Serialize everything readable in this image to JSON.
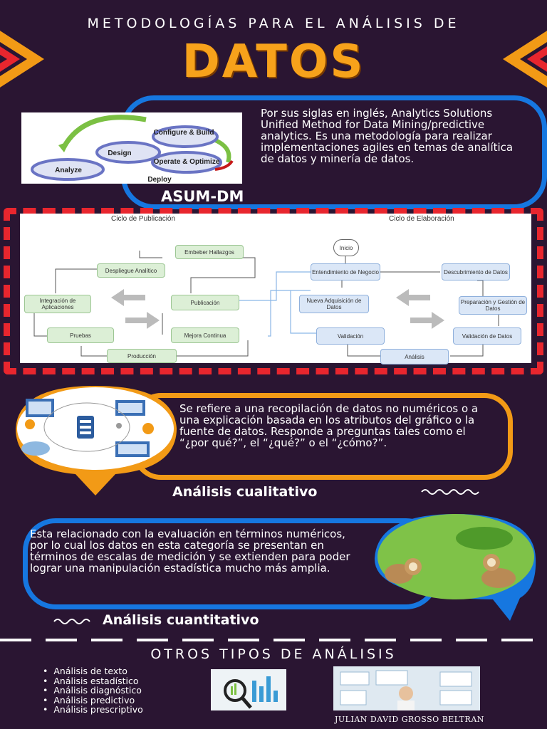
{
  "header": {
    "subtitle": "METODOLOGÍAS PARA EL ANÁLISIS DE",
    "title": "DATOS"
  },
  "asum": {
    "label": "ASUM-DM",
    "description": "Por sus siglas en inglés, Analytics Solutions Unified Method for Data Mining/predictive analytics. Es una metodología para realizar implementaciones agiles en temas de analítica de datos y minería de datos.",
    "cycle": {
      "configure": "Configure & Build",
      "design": "Design",
      "operate": "Operate & Optimize",
      "analyze": "Analyze",
      "deploy": "Deploy"
    }
  },
  "flow": {
    "left_title": "Ciclo de Publicación",
    "right_title": "Ciclo de Elaboración",
    "nodes": {
      "embeber": "Embeber Hallazgos",
      "despliegue": "Despliegue Analítico",
      "integracion": "Integración de Aplicaciones",
      "publicacion": "Publicación",
      "pruebas": "Pruebas",
      "mejora": "Mejora Continua",
      "produccion": "Producción",
      "inicio": "Inicio",
      "entendimiento": "Entendimiento de Negocio",
      "descubrimiento": "Descubrimiento de Datos",
      "nueva": "Nueva Adquisición de Datos",
      "preparacion": "Preparación y Gestión de Datos",
      "validacion": "Validación",
      "validacion_datos": "Validación de Datos",
      "analisis": "Análisis"
    }
  },
  "cualitativo": {
    "label": "Análisis cualitativo",
    "text": "Se refiere a una recopilación de datos no numéricos o a una explicación basada en los atributos del gráfico o la fuente de datos. Responde a preguntas tales como el “¿por qué?”, el “¿qué?” o el “¿cómo?”."
  },
  "cuantitativo": {
    "label": "Análisis cuantitativo",
    "text": "Esta relacionado con la evaluación en términos numéricos, por lo cual los datos en esta categoría se presentan en términos de escalas de medición y se extienden para poder lograr una manipulación estadística mucho más amplia."
  },
  "otros": {
    "title": "OTROS TIPOS DE ANÁLISIS",
    "items": [
      "Análisis de texto",
      "Análisis estadístico",
      "Análisis diagnóstico",
      "Análisis predictivo",
      "Análisis prescriptivo"
    ],
    "author": "JULIAN DAVID GROSSO BELTRAN"
  },
  "colors": {
    "background": "#2a1532",
    "orange": "#f7a21b",
    "blue": "#1677e0",
    "red": "#e8262e"
  }
}
